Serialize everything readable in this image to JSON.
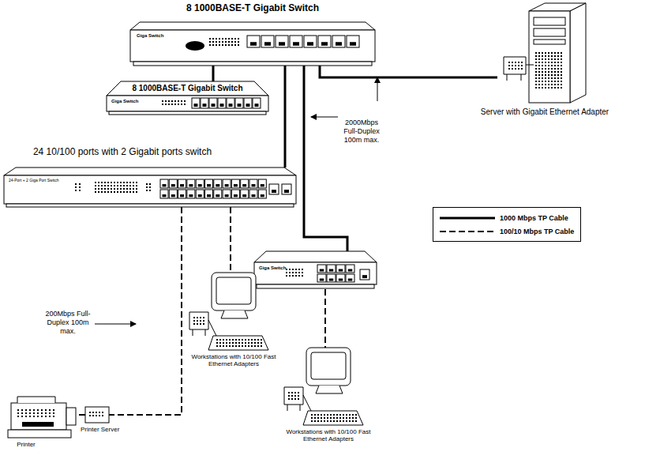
{
  "diagram": {
    "nodes": [
      {
        "text": [
          "8 1000BASE-T Gigabit Switch",
          "Giga Switch"
        ]
      },
      {
        "text": [
          "8 1000BASE-T Gigabit Switch",
          "Giga Switch"
        ]
      },
      {
        "text": [
          "24 10/100 ports with 2 Gigabit ports switch",
          "24-Port + 2 Giga Port Switch"
        ]
      },
      {
        "text": [
          "Giga Switch"
        ]
      },
      {
        "text": [
          "Server with Gigabit Ethernet Adapter"
        ]
      },
      {
        "text": [
          "Workstations with 10/100 Fast Ethernet Adapters"
        ]
      },
      {
        "text": [
          "Workstations with 10/100 Fast Ethernet Adapters"
        ]
      },
      {
        "text": [
          "Printer"
        ]
      },
      {
        "text": [
          "Printer Server"
        ]
      }
    ],
    "edges": [
      {
        "from": 0,
        "to": 1,
        "arrow": "none"
      },
      {
        "from": 0,
        "to": 2,
        "arrow": "none"
      },
      {
        "from": 0,
        "to": 4,
        "arrow": "none"
      },
      {
        "from": 0,
        "to": 3,
        "arrow": "none"
      },
      {
        "from": 2,
        "to": 5,
        "arrow": "none"
      },
      {
        "from": 2,
        "to": 8,
        "arrow": "none"
      },
      {
        "from": 3,
        "to": 6,
        "arrow": "none"
      },
      {
        "from": 8,
        "to": 7,
        "arrow": "none"
      }
    ],
    "labels": [
      "2000Mbps Full-Duplex 100m max.",
      "200Mbps Full-Duplex 100m max."
    ],
    "legend": [
      {
        "text": "1000 Mbps TP Cable"
      },
      {
        "text": "100/10 Mbps TP Cable"
      }
    ]
  }
}
